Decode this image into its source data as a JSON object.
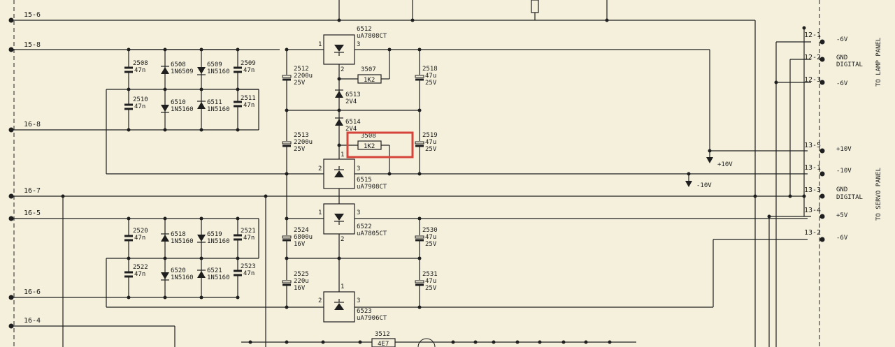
{
  "connectors_left": [
    {
      "id": "c-156",
      "label": "15-6"
    },
    {
      "id": "c-158",
      "label": "15-8"
    },
    {
      "id": "c-168",
      "label": "16-8"
    },
    {
      "id": "c-167",
      "label": "16-7"
    },
    {
      "id": "c-165",
      "label": "16-5"
    },
    {
      "id": "c-166",
      "label": "16-6"
    },
    {
      "id": "c-164",
      "label": "16-4"
    }
  ],
  "connectors_right": [
    {
      "id": "c-121",
      "label": "12-1",
      "signal": "-6V"
    },
    {
      "id": "c-122",
      "label": "12-2",
      "signal": "GND",
      "signal2": "DIGITAL"
    },
    {
      "id": "c-123",
      "label": "12-3",
      "signal": "-6V"
    },
    {
      "id": "c-135",
      "label": "13-5",
      "signal": "+10V"
    },
    {
      "id": "c-131",
      "label": "13-1",
      "signal": "-10V"
    },
    {
      "id": "c-133",
      "label": "13-3",
      "signal": "GND",
      "signal2": "DIGITAL"
    },
    {
      "id": "c-134",
      "label": "13-4",
      "signal": "+5V"
    },
    {
      "id": "c-132",
      "label": "13-2",
      "signal": "-6V"
    }
  ],
  "panel_labels": {
    "lamp": "TO LAMP PANEL",
    "servo": "TO SERVO PANEL"
  },
  "rails": {
    "plus10": "+10V",
    "minus10": "-10V"
  },
  "regulators": [
    {
      "id": "u6512",
      "ref": "6512",
      "part": "uA7808CT",
      "pins": [
        "1",
        "2",
        "3"
      ]
    },
    {
      "id": "u6515",
      "ref": "6515",
      "part": "uA7908CT",
      "pins": [
        "1",
        "2",
        "3"
      ]
    },
    {
      "id": "u6522",
      "ref": "6522",
      "part": "uA7805CT",
      "pins": [
        "1",
        "2",
        "3"
      ]
    },
    {
      "id": "u6523",
      "ref": "6523",
      "part": "uA7906CT",
      "pins": [
        "1",
        "2",
        "3"
      ]
    }
  ],
  "bridge_top": {
    "caps": [
      {
        "ref": "2508",
        "val": "47n"
      },
      {
        "ref": "2509",
        "val": "47n"
      },
      {
        "ref": "2510",
        "val": "47n"
      },
      {
        "ref": "2511",
        "val": "47n"
      }
    ],
    "diodes": [
      {
        "ref": "6508",
        "part": "1N6509"
      },
      {
        "ref": "6509",
        "part": "1N5160"
      },
      {
        "ref": "6510",
        "part": "1N5160"
      },
      {
        "ref": "6511",
        "part": "1N5160"
      }
    ]
  },
  "bridge_bottom": {
    "caps": [
      {
        "ref": "2520",
        "val": "47n"
      },
      {
        "ref": "2521",
        "val": "47n"
      },
      {
        "ref": "2522",
        "val": "47n"
      },
      {
        "ref": "2523",
        "val": "47n"
      }
    ],
    "diodes": [
      {
        "ref": "6518",
        "part": "1N5160"
      },
      {
        "ref": "6519",
        "part": "1N5160"
      },
      {
        "ref": "6520",
        "part": "1N5160"
      },
      {
        "ref": "6521",
        "part": "1N5160"
      }
    ]
  },
  "elcaps": [
    {
      "id": "e2512",
      "ref": "2512",
      "val": "2200u",
      "volt": "25V"
    },
    {
      "id": "e2518",
      "ref": "2518",
      "val": "47u",
      "volt": "25V"
    },
    {
      "id": "e2513",
      "ref": "2513",
      "val": "2200u",
      "volt": "25V"
    },
    {
      "id": "e2519",
      "ref": "2519",
      "val": "47u",
      "volt": "25V"
    },
    {
      "id": "e2524",
      "ref": "2524",
      "val": "6800u",
      "volt": "16V"
    },
    {
      "id": "e2530",
      "ref": "2530",
      "val": "47u",
      "volt": "25V"
    },
    {
      "id": "e2525",
      "ref": "2525",
      "val": "220u",
      "volt": "16V"
    },
    {
      "id": "e2531",
      "ref": "2531",
      "val": "47u",
      "volt": "25V"
    }
  ],
  "resistors": [
    {
      "ref": "3507",
      "val": "1K2"
    },
    {
      "ref": "3508",
      "val": "1K2"
    },
    {
      "ref": "3512",
      "val": "4E7"
    }
  ],
  "zeners": [
    {
      "ref": "6513",
      "val": "2V4"
    },
    {
      "ref": "6514",
      "val": "2V4"
    }
  ],
  "highlight": {
    "color": "#d6453b",
    "target": "3508"
  }
}
